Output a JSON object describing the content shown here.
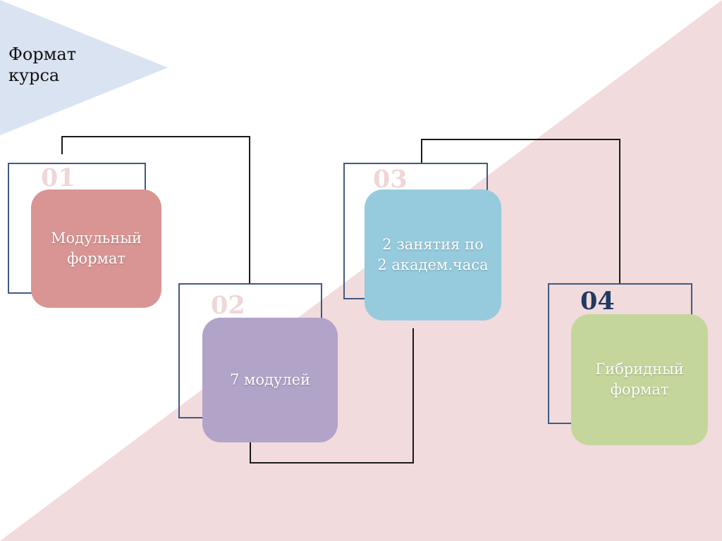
{
  "title": {
    "line1": "Формат",
    "line2": "курса"
  },
  "colors": {
    "triangle_blue": "#dae3f1",
    "triangle_pink": "#f1dbdc",
    "frame": "#3f5b85",
    "connector": "#1a1a1a",
    "number_light": "#f0d6d6",
    "number_dark": "#1f3a63"
  },
  "steps": [
    {
      "number": "01",
      "lines": [
        "Модульный",
        "формат"
      ],
      "color": "#d99593"
    },
    {
      "number": "02",
      "lines": [
        "7 модулей"
      ],
      "color": "#b2a3c8"
    },
    {
      "number": "03",
      "lines": [
        "2 занятия по",
        "2 академ.часа"
      ],
      "color": "#96cbdd"
    },
    {
      "number": "04",
      "lines": [
        "Гибридный",
        "формат"
      ],
      "color": "#c4d69b"
    }
  ]
}
